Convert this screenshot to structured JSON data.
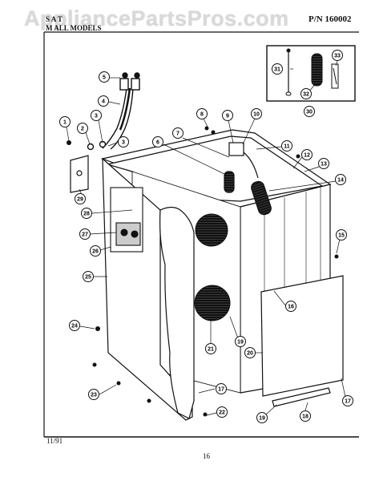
{
  "header": {
    "watermark": "AppliancePartsPros.com",
    "section_label": "S      A   T",
    "model_label": "M      ALL MODELS",
    "part_number": "P/N 160002"
  },
  "footer": {
    "date": "11/91",
    "page": "16"
  },
  "callouts": {
    "c1": "1",
    "c2": "2",
    "c3": "3",
    "c3b": "3",
    "c4": "4",
    "c5": "5",
    "c6": "6",
    "c7": "7",
    "c8": "8",
    "c9": "9",
    "c10": "10",
    "c11": "11",
    "c12": "12",
    "c13": "13",
    "c14": "14",
    "c15": "15",
    "c16": "16",
    "c17": "17",
    "c17b": "17",
    "c18": "18",
    "c19": "19",
    "c19b": "19",
    "c20": "20",
    "c21": "21",
    "c22": "22",
    "c23": "23",
    "c24": "24",
    "c25": "25",
    "c26": "26",
    "c27": "27",
    "c28": "28",
    "c29": "29",
    "c30": "30",
    "c31": "31",
    "c32": "32",
    "c33": "33"
  }
}
